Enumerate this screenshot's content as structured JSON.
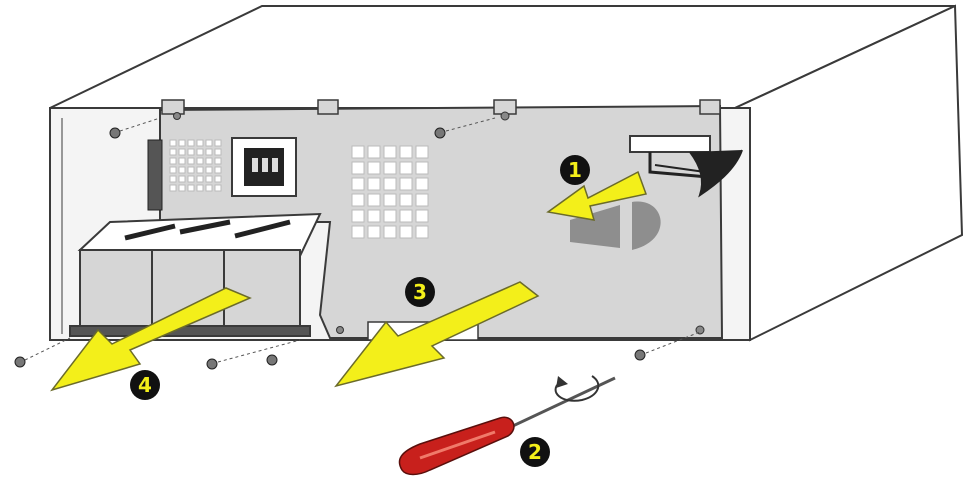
{
  "colors": {
    "outline": "#3a3a3a",
    "panel": "#d6d6d6",
    "chassis_top": "#ffffff",
    "arrow_fill": "#f3ef1a",
    "arrow_stroke": "#6b6b2a",
    "badge_fill": "#111111",
    "badge_text": "#f3ef1a",
    "screwdriver_handle": "#c8201c"
  },
  "steps": [
    {
      "label": "1",
      "action": "disconnect-cable"
    },
    {
      "label": "2",
      "action": "remove-screws"
    },
    {
      "label": "3",
      "action": "slide-out-panel"
    },
    {
      "label": "4",
      "action": "slide-out-batteries"
    }
  ],
  "icons": [
    "screwdriver-icon",
    "rotation-arrow-icon",
    "power-inlet-icon",
    "screw-icon"
  ]
}
